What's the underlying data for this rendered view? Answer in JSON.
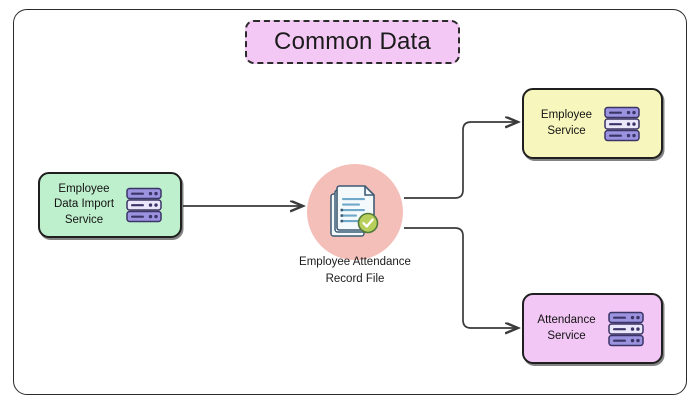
{
  "diagram": {
    "title": "Common Data",
    "title_fill": "#f3c8f5",
    "frame_stroke": "#2b2b2b",
    "nodes": [
      {
        "id": "employee-data-import-service",
        "label": "Employee\nData Import\nService",
        "fill": "#bff0cd",
        "icon": "server-stack-icon"
      },
      {
        "id": "employee-attendance-record-file",
        "label": "Employee Attendance\nRecord File",
        "fill": "#f5bfb9",
        "icon": "document-check-icon"
      },
      {
        "id": "employee-service",
        "label": "Employee\nService",
        "fill": "#f7f7bd",
        "icon": "server-stack-icon"
      },
      {
        "id": "attendance-service",
        "label": "Attendance\nService",
        "fill": "#f2c6f5",
        "icon": "server-stack-icon"
      }
    ],
    "connectors": [
      {
        "from": "employee-data-import-service",
        "to": "employee-attendance-record-file",
        "style": "straight-arrow"
      },
      {
        "from": "employee-attendance-record-file",
        "to": "employee-service",
        "style": "orthogonal-arrow"
      },
      {
        "from": "employee-attendance-record-file",
        "to": "attendance-service",
        "style": "orthogonal-arrow"
      }
    ],
    "icon_colors": {
      "server_body": "#9b93e0",
      "server_body_light": "#e9e7f9",
      "server_stroke": "#3b3466",
      "document_page": "#f4f9fc",
      "document_stroke": "#3d5a73",
      "document_line": "#6fa8c9",
      "check_badge": "#b9cf5c",
      "check_badge_stroke": "#4f7a3a"
    }
  }
}
